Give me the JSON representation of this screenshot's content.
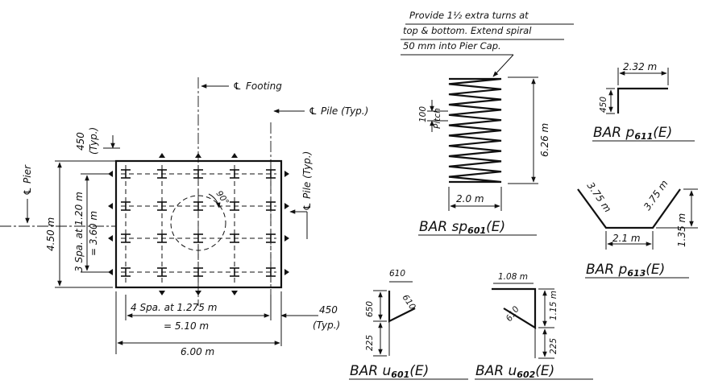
{
  "plan": {
    "footing_label": "Footing",
    "pile_label": "Pile (Typ.)",
    "pile_label_2": "Pile (Typ.)",
    "pier_label": "Pier",
    "cl_symbol": "℄",
    "top_edge_dim": "450",
    "top_edge_typ": "(Typ.)",
    "overall_height": "4.50 m",
    "spacing_v_1": "3 Spa. at 1.20 m",
    "spacing_v_2": "= 3.60 m",
    "spacing_h_1": "4 Spa. at 1.275 m",
    "spacing_h_2": "= 5.10 m",
    "right_edge_dim": "450",
    "right_edge_typ": "(Typ.)",
    "overall_width": "6.00 m",
    "angle": "90°"
  },
  "note": {
    "line1": "Provide 1½ extra turns at",
    "line2": "top & bottom. Extend spiral",
    "line3": "50 mm into Pier Cap."
  },
  "bars": {
    "sp601": {
      "prefix": "BAR ",
      "mark": "sp",
      "num": "601",
      "suffix": "(E)",
      "pitch": "100",
      "pitch_label": "Pitch",
      "height": "6.26 m",
      "width": "2.0 m"
    },
    "p611": {
      "prefix": "BAR ",
      "mark": "p",
      "num": "611",
      "suffix": "(E)",
      "length": "2.32 m",
      "leg": "450"
    },
    "p613": {
      "prefix": "BAR ",
      "mark": "p",
      "num": "613",
      "suffix": "(E)",
      "left": "3.75 m",
      "right": "3.75 m",
      "base": "2.1 m",
      "rise": "1.35 m"
    },
    "u601": {
      "prefix": "BAR ",
      "mark": "u",
      "num": "601",
      "suffix": "(E)",
      "top": "610",
      "diag": "610",
      "height": "650",
      "tail": "225"
    },
    "u602": {
      "prefix": "BAR ",
      "mark": "u",
      "num": "602",
      "suffix": "(E)",
      "top": "1.08 m",
      "diag": "610",
      "height": "1.15 m",
      "tail": "225"
    }
  }
}
